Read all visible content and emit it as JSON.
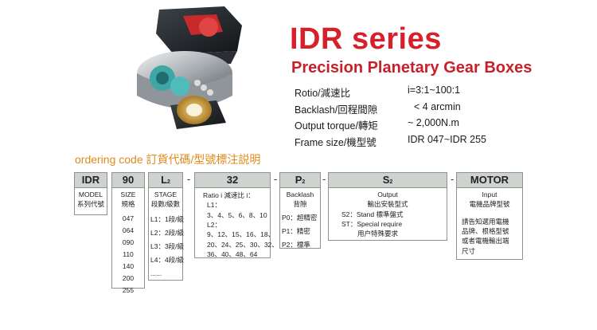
{
  "title": "IDR series",
  "subtitle": "Precision Planetary Gear Boxes",
  "specs": [
    {
      "label": "Rotio/減速比",
      "value": "i=3:1~100:1"
    },
    {
      "label": "Backlash/回程間隙",
      "value": "< 4 arcmin"
    },
    {
      "label": "Output torque/轉矩",
      "value": "~ 2,000N.m"
    },
    {
      "label": "Frame size/機型號",
      "value": "IDR 047~IDR 255"
    }
  ],
  "ordering_title": "ordering code 訂貨代碼/型號標注説明",
  "code": {
    "model": "IDR",
    "size": "90",
    "stage_main": "L",
    "stage_sub": "2",
    "ratio": "32",
    "backlash_main": "P",
    "backlash_sub": "2",
    "output_main": "S",
    "output_sub": "2",
    "motor": "MOTOR",
    "dash": "-"
  },
  "model_col": [
    "MODEL",
    "系列代號"
  ],
  "size_col": {
    "head": [
      "SIZE",
      "規格"
    ],
    "items": [
      "047",
      "064",
      "090",
      "110",
      "140",
      "200",
      "255"
    ]
  },
  "stage_col": {
    "head": [
      "STAGE",
      "段數/級數"
    ],
    "items": [
      "L1：1段/級",
      "L2：2段/級",
      "L3：3段/級",
      "L4：4段/級",
      "......"
    ]
  },
  "ratio_col": {
    "head": "Ratio i   減速比 i：",
    "l1_label": "L1：",
    "l1_values": "3、4、5、6、8、10",
    "l2_label": "L2：",
    "l2_values_1": "9、12、15、16、18、",
    "l2_values_2": "20、24、25、30、32、",
    "l2_values_3": "36、40、48、64"
  },
  "backlash_col": {
    "head": [
      "Backlash",
      "背隙"
    ],
    "items": [
      "P0：超精密",
      "P1：精密",
      "P2：標準"
    ]
  },
  "output_col": {
    "head": [
      "Output",
      "輸出安裝型式"
    ],
    "items": [
      "S2：Stand   標準盤式",
      "ST：Special require",
      "用户特殊要求"
    ]
  },
  "motor_col": {
    "head": [
      "Input",
      "電機品牌型號"
    ],
    "items": [
      "請告知選用電機",
      "品牌、根格型號",
      "或者電機輸出端",
      "尺寸"
    ]
  }
}
